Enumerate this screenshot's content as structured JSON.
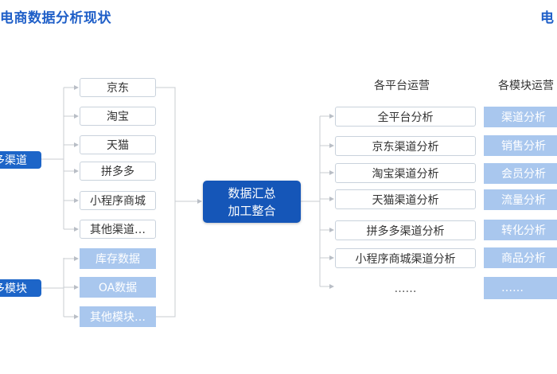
{
  "title": "电商数据分析现状",
  "corner_text": "电",
  "left_groups": [
    {
      "label": "多渠道",
      "items": [
        "京东",
        "淘宝",
        "天猫",
        "拼多多",
        "小程序商城",
        "其他渠道…"
      ]
    },
    {
      "label": "多模块",
      "items": [
        "库存数据",
        "OA数据",
        "其他模块…"
      ]
    }
  ],
  "center": {
    "line1": "数据汇总",
    "line2": "加工整合"
  },
  "platform_column": {
    "header": "各平台运营",
    "items": [
      "全平台分析",
      "京东渠道分析",
      "淘宝渠道分析",
      "天猫渠道分析",
      "拼多多渠道分析",
      "小程序商城渠道分析",
      "……"
    ]
  },
  "module_column": {
    "header": "各模块运营",
    "items": [
      "渠道分析",
      "销售分析",
      "会员分析",
      "流量分析",
      "转化分析",
      "商品分析",
      "……"
    ]
  },
  "colors": {
    "title": "#1f5fc8",
    "pill": "#1d65c8",
    "center_box": "#1556b8",
    "light_box": "#a9c7ee",
    "box_border": "#c9d2dc",
    "connector": "#c8ccd2"
  }
}
